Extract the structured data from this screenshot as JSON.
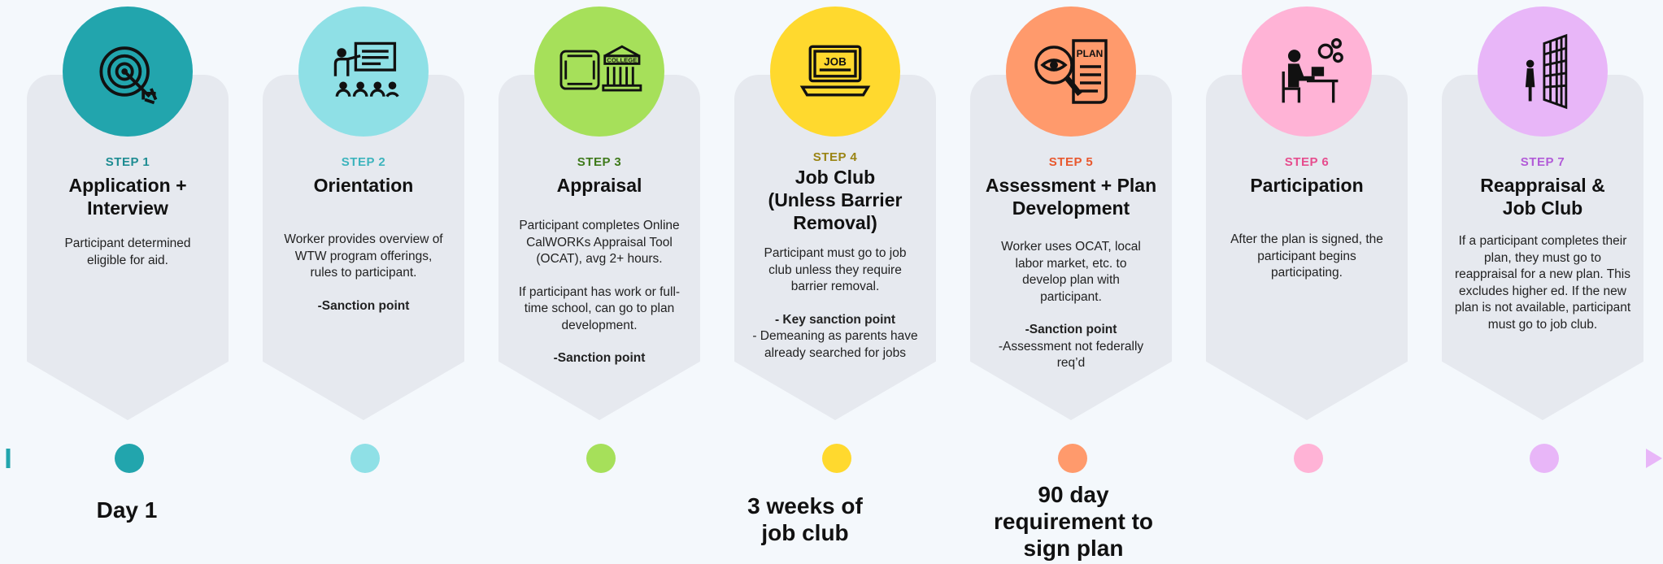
{
  "steps": [
    {
      "label": "STEP 1",
      "title": "Application + Interview",
      "desc": [
        "Participant determined eligible for aid."
      ],
      "color": "#22a5ad",
      "label_color": "#1e8c92",
      "icon": "target-icon"
    },
    {
      "label": "STEP 2",
      "title": "Orientation",
      "desc": [
        "Worker provides overview of WTW program offerings, rules to participant.",
        "-Sanction point"
      ],
      "color": "#8fe0e6",
      "label_color": "#3db4bd",
      "icon": "presentation-icon"
    },
    {
      "label": "STEP 3",
      "title": "Appraisal",
      "desc": [
        "Participant completes Online CalWORKs Appraisal Tool (OCAT), avg 2+ hours.",
        "If participant has work or full-time school, can go to plan development.",
        "-Sanction point"
      ],
      "color": "#a6e05a",
      "label_color": "#3f7a1b",
      "icon": "college-icon"
    },
    {
      "label": "STEP 4",
      "title": "Job Club (Unless Barrier Removal)",
      "desc": [
        "Participant must go to job club unless they require barrier removal.",
        "- Key sanction point",
        "- Demeaning as parents have already searched for jobs"
      ],
      "color": "#ffd92e",
      "label_color": "#9a8414",
      "icon": "job-laptop-icon"
    },
    {
      "label": "STEP 5",
      "title": "Assessment + Plan Development",
      "desc": [
        "Worker uses OCAT, local labor market, etc. to develop plan with participant.",
        "-Sanction point",
        "-Assessment not federally req’d"
      ],
      "color": "#ff9a6c",
      "label_color": "#e8582e",
      "icon": "plan-magnifier-icon"
    },
    {
      "label": "STEP 6",
      "title": "Participation",
      "desc": [
        "After the plan is signed, the participant begins participating."
      ],
      "color": "#ffb3d6",
      "label_color": "#e64d8e",
      "icon": "worker-desk-icon"
    },
    {
      "label": "STEP 7",
      "title": "Reappraisal & Job Club",
      "desc": [
        "If a participant completes their plan, they must go to reappraisal for a new plan. This excludes higher ed. If the new plan is not available, participant must go to job club."
      ],
      "color": "#e8b6f8",
      "label_color": "#b25bd8",
      "icon": "wall-climb-icon"
    }
  ],
  "milestones": [
    {
      "text": "Day 1"
    },
    {
      "text": "3 weeks of job club"
    },
    {
      "text": "90 day requirement to sign plan"
    }
  ]
}
